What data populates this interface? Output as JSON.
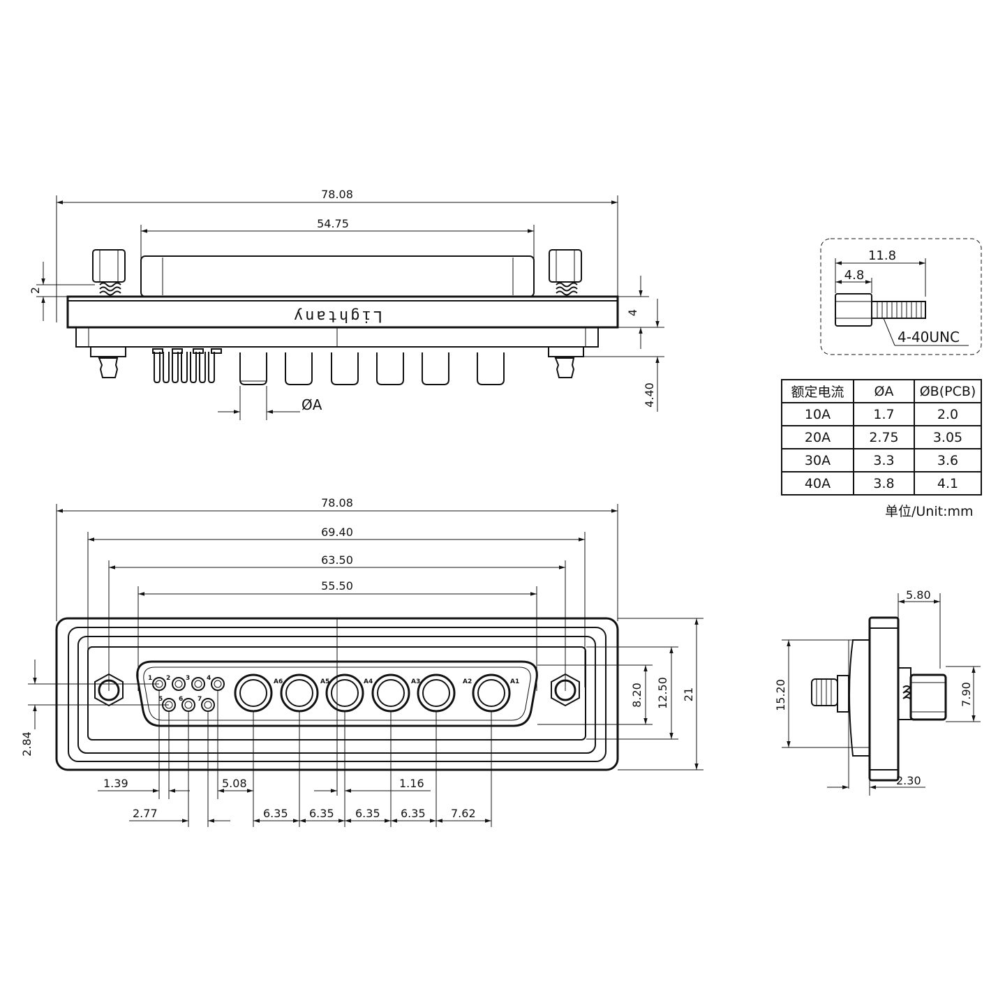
{
  "brand": "Lightany",
  "top_view": {
    "overall_width": "78.08",
    "shell_width": "54.75",
    "jackscrew_height": "2",
    "flange_thickness": "4",
    "pin_length": "4.40",
    "pin_diameter_label": "ØA"
  },
  "front_view": {
    "overall_width": "78.08",
    "mount_hole_spacing": "69.40",
    "pitch_63": "63.50",
    "pitch_55": "55.50",
    "height_8": "8.20",
    "height_12": "12.50",
    "height_21": "21",
    "offset_left": "2.84",
    "dims_bottom_row1": [
      "1.39",
      "5.08",
      "1.16"
    ],
    "dims_bottom_row2": [
      "2.77",
      "6.35",
      "6.35",
      "6.35",
      "6.35",
      "7.62"
    ],
    "signal_pins": [
      "1",
      "2",
      "3",
      "4",
      "5",
      "6",
      "7"
    ],
    "power_contacts": [
      "A6",
      "A5",
      "A4",
      "A3",
      "A2",
      "A1"
    ]
  },
  "side_view": {
    "depth_top": "5.80",
    "height": "15.20",
    "thread_height": "7.90",
    "depth_bottom": "2.30"
  },
  "screw_detail": {
    "total_length": "11.8",
    "hex_length": "4.8",
    "thread_spec": "4-40UNC"
  },
  "spec_table": {
    "headers": [
      "额定电流",
      "ØA",
      "ØB(PCB)"
    ],
    "rows": [
      [
        "10A",
        "1.7",
        "2.0"
      ],
      [
        "20A",
        "2.75",
        "3.05"
      ],
      [
        "30A",
        "3.3",
        "3.6"
      ],
      [
        "40A",
        "3.8",
        "4.1"
      ]
    ],
    "unit": "单位/Unit:mm"
  }
}
